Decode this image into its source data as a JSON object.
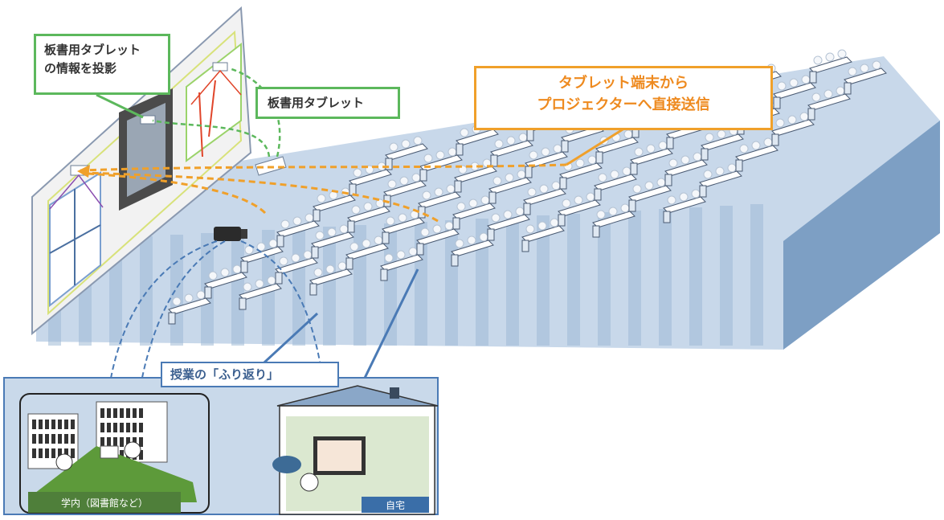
{
  "callouts": {
    "projection_tablet_info": [
      "板書用タブレット",
      "の情報を投影"
    ],
    "board_tablet": "板書用タブレット",
    "direct_send": [
      "タブレット端末から",
      "プロジェクターへ直接送信"
    ],
    "review": "授業の「ふり返り」"
  },
  "places": {
    "campus": "学内（図書館など）",
    "home": "自宅"
  },
  "colors": {
    "floor_light": "#c8d8ea",
    "floor_stripe": "#9fb9d6",
    "slab_side": "#7d9fc4",
    "slab_front": "#a9c0dc",
    "green": "#5cb85c",
    "orange": "#f0a02a",
    "blue": "#4a7ab5"
  }
}
